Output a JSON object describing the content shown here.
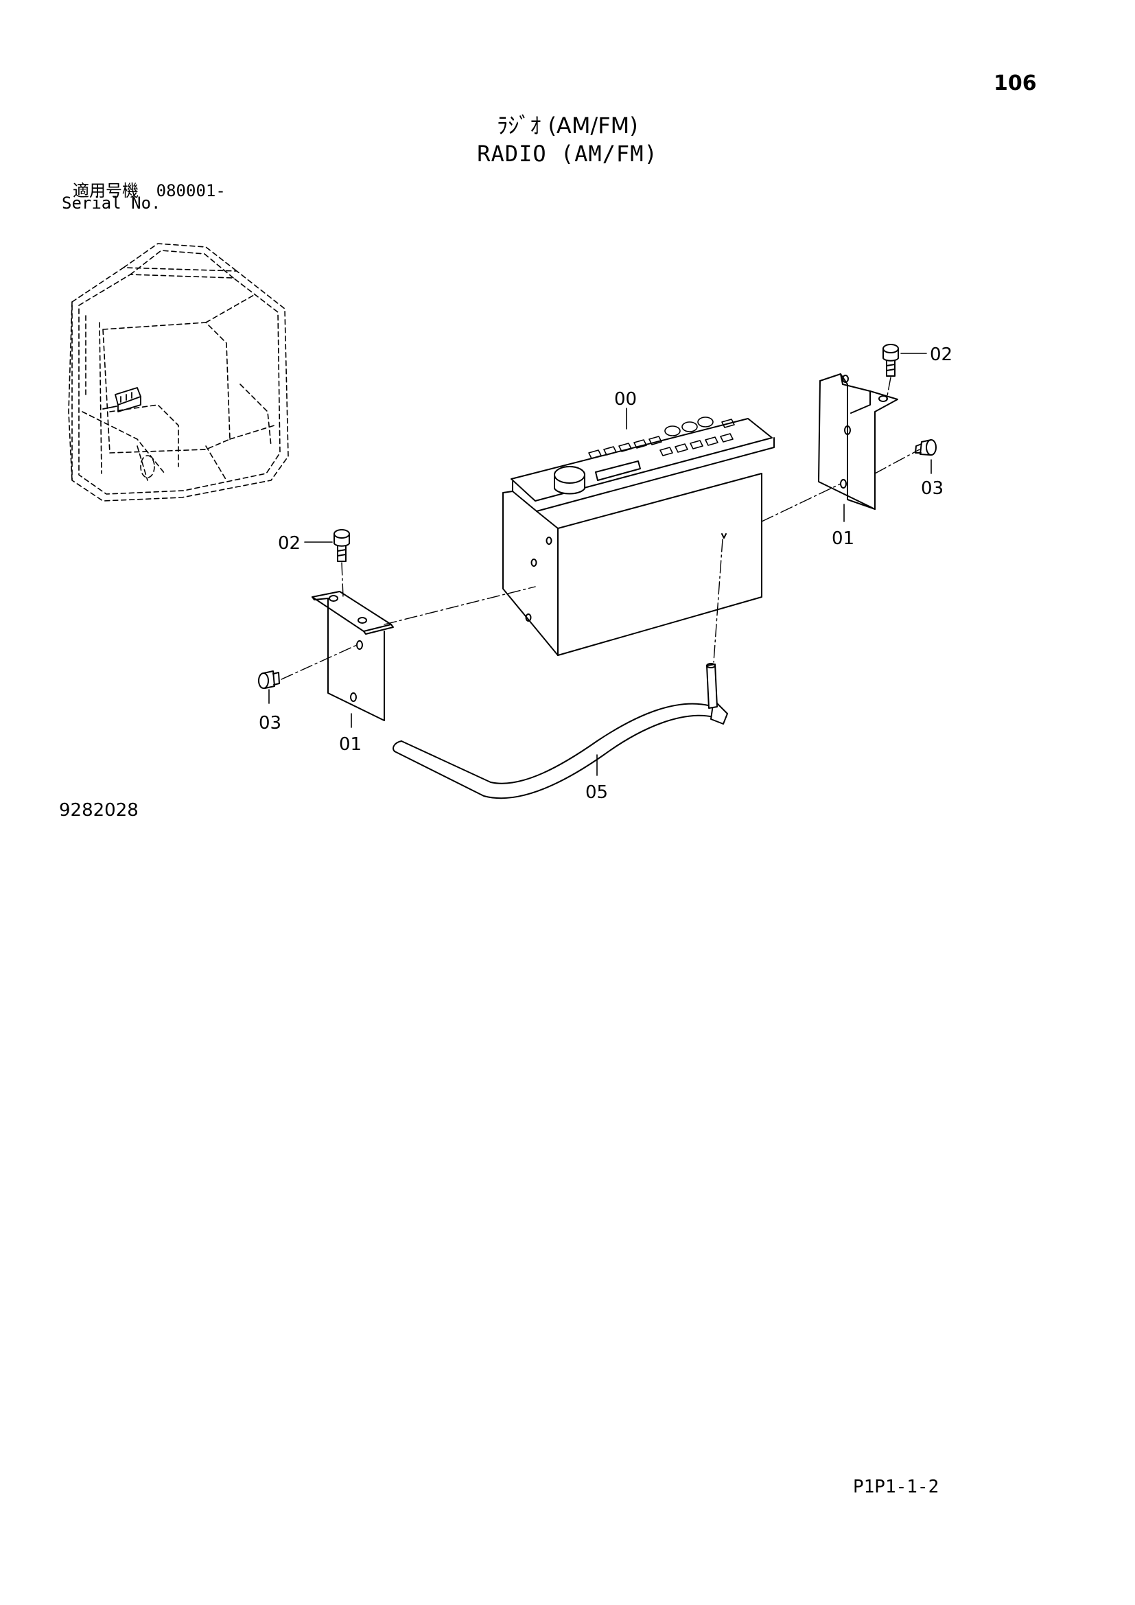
{
  "page_number": "106",
  "title_jp": "ﾗｼﾞｵ (AM/FM)",
  "title_en": "RADIO (AM/FM)",
  "serial_label_jp": "適用号機",
  "serial_value": "080001-",
  "serial_label_en": "Serial No.",
  "drawing_number": "9282028",
  "footer_code": "P1P1-1-2",
  "callouts": {
    "radio": "00",
    "bracket_left": "01",
    "bracket_right": "01",
    "bolt_left": "02",
    "bolt_right": "02",
    "screw_left": "03",
    "screw_right": "03",
    "antenna_cable": "05"
  }
}
